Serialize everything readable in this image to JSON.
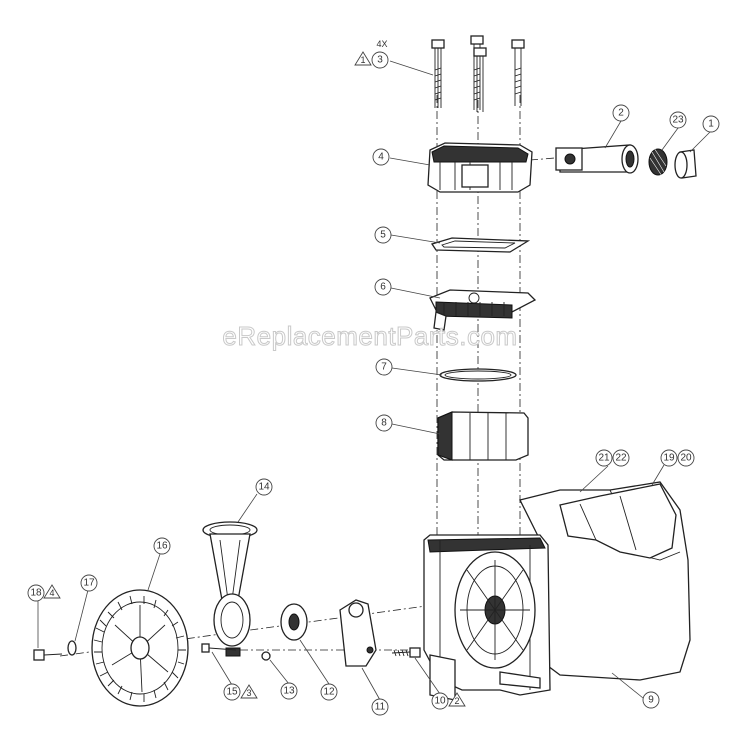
{
  "watermark": "eReplacementParts.com",
  "quantity_note": "4X",
  "callouts": [
    {
      "id": "c1",
      "label": "1"
    },
    {
      "id": "c2",
      "label": "2"
    },
    {
      "id": "c3",
      "label": "3"
    },
    {
      "id": "c4",
      "label": "4"
    },
    {
      "id": "c5",
      "label": "5"
    },
    {
      "id": "c6",
      "label": "6"
    },
    {
      "id": "c7",
      "label": "7"
    },
    {
      "id": "c8",
      "label": "8"
    },
    {
      "id": "c9",
      "label": "9"
    },
    {
      "id": "c10",
      "label": "10"
    },
    {
      "id": "c11",
      "label": "11"
    },
    {
      "id": "c12",
      "label": "12"
    },
    {
      "id": "c13",
      "label": "13"
    },
    {
      "id": "c14",
      "label": "14"
    },
    {
      "id": "c15",
      "label": "15"
    },
    {
      "id": "c16",
      "label": "16"
    },
    {
      "id": "c17",
      "label": "17"
    },
    {
      "id": "c18",
      "label": "18"
    },
    {
      "id": "c19",
      "label": "19"
    },
    {
      "id": "c20",
      "label": "20"
    },
    {
      "id": "c21",
      "label": "21"
    },
    {
      "id": "c22",
      "label": "22"
    },
    {
      "id": "c23",
      "label": "23"
    }
  ],
  "notes": [
    {
      "id": "n1",
      "label": "1"
    },
    {
      "id": "n2",
      "label": "2"
    },
    {
      "id": "n3",
      "label": "3"
    },
    {
      "id": "n4",
      "label": "4"
    }
  ]
}
